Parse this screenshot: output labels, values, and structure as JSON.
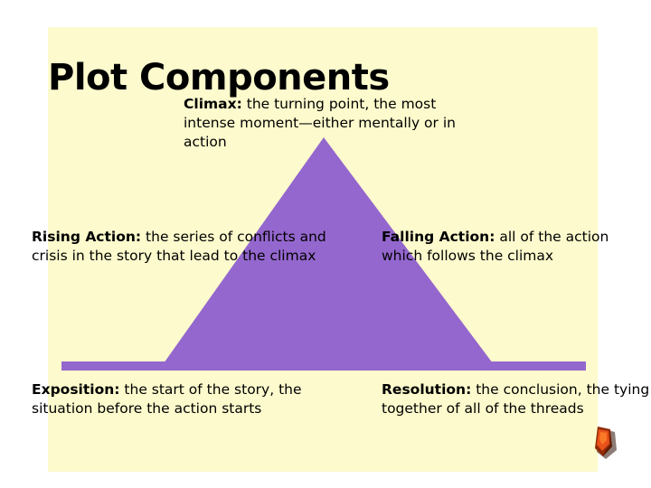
{
  "slide": {
    "title": "Plot Components",
    "background_color": "#fdfbcd",
    "canvas_color": "#ffffff",
    "text_color": "#000000"
  },
  "diagram": {
    "name": "plot-structure-triangle",
    "shape_color": "#9467ce",
    "apex_label": "Climax",
    "baseline_label": "story-baseline"
  },
  "callouts": {
    "climax": {
      "term": "Climax:",
      "definition": " the turning point, the most intense moment—either mentally or in action"
    },
    "rising_action": {
      "term": "Rising Action:",
      "definition": " the series of conflicts and crisis in the story that lead to the climax"
    },
    "falling_action": {
      "term": "Falling Action:",
      "definition": " all of the action which follows the climax"
    },
    "exposition": {
      "term": "Exposition:",
      "definition": "  the start of the story, the situation before the action starts"
    },
    "resolution": {
      "term": "Resolution:",
      "definition": " the conclusion, the tying together of all of the threads"
    }
  },
  "clipart": {
    "name": "gem-clipart",
    "primary_color": "#e8511a",
    "shadow_color": "#6b2408"
  }
}
